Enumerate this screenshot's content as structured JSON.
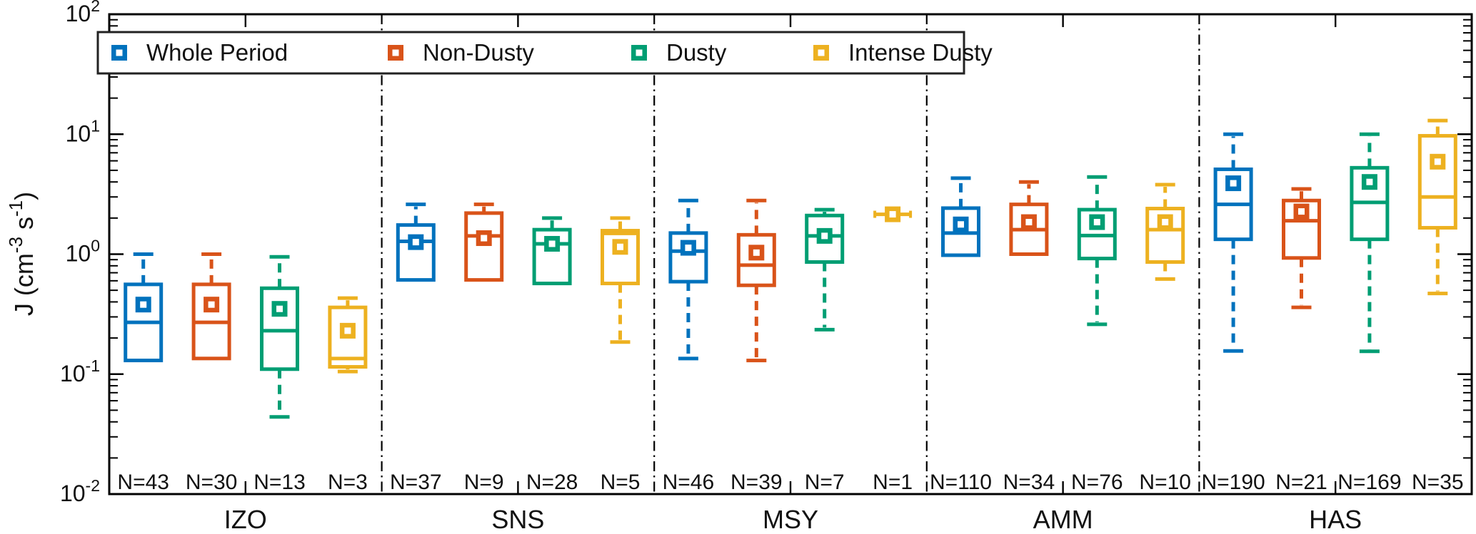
{
  "chart_data": {
    "type": "box",
    "title": "",
    "xlabel": "",
    "ylabel_parts": [
      {
        "t": "J (cm"
      },
      {
        "t": "-3",
        "sup": true
      },
      {
        "t": " s"
      },
      {
        "t": "-1",
        "sup": true
      },
      {
        "t": ")"
      }
    ],
    "y_scale": "log",
    "y_tick_exponents": [
      2,
      1,
      0,
      -1,
      -2
    ],
    "ylim_exponents": [
      -2,
      2
    ],
    "grid": false,
    "legend_position": "top-left-inside",
    "series": [
      {
        "name": "Whole Period",
        "color": "#0072BD"
      },
      {
        "name": "Non-Dusty",
        "color": "#D95319"
      },
      {
        "name": "Dusty",
        "color": "#009E73"
      },
      {
        "name": "Intense Dusty",
        "color": "#EDB120"
      }
    ],
    "stations": [
      {
        "name": "IZO",
        "boxes": [
          {
            "series": "Whole Period",
            "n_label": "N=43",
            "low": 0.13,
            "q1": 0.13,
            "median": 0.27,
            "q3": 0.56,
            "high": 1.0,
            "mean": 0.38
          },
          {
            "series": "Non-Dusty",
            "n_label": "N=30",
            "low": 0.135,
            "q1": 0.135,
            "median": 0.27,
            "q3": 0.56,
            "high": 1.0,
            "mean": 0.38
          },
          {
            "series": "Dusty",
            "n_label": "N=13",
            "low": 0.044,
            "q1": 0.11,
            "median": 0.23,
            "q3": 0.52,
            "high": 0.95,
            "mean": 0.35
          },
          {
            "series": "Intense Dusty",
            "n_label": "N=3",
            "low": 0.105,
            "q1": 0.115,
            "median": 0.135,
            "q3": 0.36,
            "high": 0.43,
            "mean": 0.23
          }
        ]
      },
      {
        "name": "SNS",
        "boxes": [
          {
            "series": "Whole Period",
            "n_label": "N=37",
            "low": 0.61,
            "q1": 0.61,
            "median": 1.28,
            "q3": 1.75,
            "high": 2.6,
            "mean": 1.26
          },
          {
            "series": "Non-Dusty",
            "n_label": "N=9",
            "low": 0.61,
            "q1": 0.61,
            "median": 1.42,
            "q3": 2.2,
            "high": 2.6,
            "mean": 1.36
          },
          {
            "series": "Dusty",
            "n_label": "N=28",
            "low": 0.57,
            "q1": 0.57,
            "median": 1.22,
            "q3": 1.6,
            "high": 2.0,
            "mean": 1.22
          },
          {
            "series": "Intense Dusty",
            "n_label": "N=5",
            "low": 0.185,
            "q1": 0.57,
            "median": 1.49,
            "q3": 1.57,
            "high": 2.0,
            "mean": 1.15
          }
        ]
      },
      {
        "name": "MSY",
        "boxes": [
          {
            "series": "Whole Period",
            "n_label": "N=46",
            "low": 0.135,
            "q1": 0.59,
            "median": 1.06,
            "q3": 1.5,
            "high": 2.8,
            "mean": 1.13
          },
          {
            "series": "Non-Dusty",
            "n_label": "N=39",
            "low": 0.13,
            "q1": 0.55,
            "median": 0.81,
            "q3": 1.45,
            "high": 2.8,
            "mean": 1.03
          },
          {
            "series": "Dusty",
            "n_label": "N=7",
            "low": 0.235,
            "q1": 0.86,
            "median": 1.42,
            "q3": 2.1,
            "high": 2.35,
            "mean": 1.42
          },
          {
            "series": "Intense Dusty",
            "n_label": "N=1",
            "single": 2.15,
            "mean": 2.15
          }
        ]
      },
      {
        "name": "AMM",
        "boxes": [
          {
            "series": "Whole Period",
            "n_label": "N=110",
            "low": 0.98,
            "q1": 0.98,
            "median": 1.5,
            "q3": 2.42,
            "high": 4.3,
            "mean": 1.77
          },
          {
            "series": "Non-Dusty",
            "n_label": "N=34",
            "low": 1.0,
            "q1": 1.0,
            "median": 1.6,
            "q3": 2.6,
            "high": 4.0,
            "mean": 1.85
          },
          {
            "series": "Dusty",
            "n_label": "N=76",
            "low": 0.26,
            "q1": 0.92,
            "median": 1.43,
            "q3": 2.35,
            "high": 4.4,
            "mean": 1.85
          },
          {
            "series": "Intense Dusty",
            "n_label": "N=10",
            "low": 0.62,
            "q1": 0.86,
            "median": 1.6,
            "q3": 2.4,
            "high": 3.8,
            "mean": 1.85
          }
        ]
      },
      {
        "name": "HAS",
        "boxes": [
          {
            "series": "Whole Period",
            "n_label": "N=190",
            "low": 0.156,
            "q1": 1.33,
            "median": 2.6,
            "q3": 5.1,
            "high": 10.0,
            "mean": 3.9
          },
          {
            "series": "Non-Dusty",
            "n_label": "N=21",
            "low": 0.36,
            "q1": 0.93,
            "median": 1.9,
            "q3": 2.8,
            "high": 3.5,
            "mean": 2.27
          },
          {
            "series": "Dusty",
            "n_label": "N=169",
            "low": 0.155,
            "q1": 1.33,
            "median": 2.7,
            "q3": 5.25,
            "high": 10.0,
            "mean": 4.0
          },
          {
            "series": "Intense Dusty",
            "n_label": "N=35",
            "low": 0.47,
            "q1": 1.66,
            "median": 3.0,
            "q3": 9.7,
            "high": 13.0,
            "mean": 5.9
          }
        ]
      }
    ],
    "colors": {
      "axis": "#000000",
      "text": "#111111",
      "divider": "#000000",
      "legend_border": "#222222",
      "background": "#ffffff"
    }
  }
}
